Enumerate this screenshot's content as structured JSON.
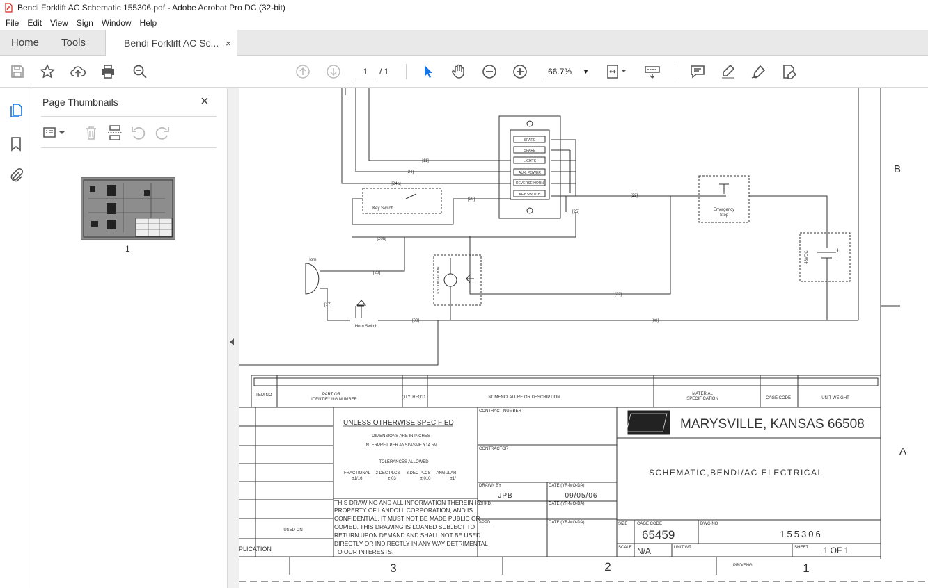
{
  "window": {
    "title": "Bendi Forklift AC Schematic 155306.pdf - Adobe Acrobat Pro DC (32-bit)"
  },
  "menu": [
    "File",
    "Edit",
    "View",
    "Sign",
    "Window",
    "Help"
  ],
  "tabs": {
    "home": "Home",
    "tools": "Tools",
    "doc": "Bendi Forklift AC Sc...",
    "doc_close": "×"
  },
  "toolbar": {
    "page_current": "1",
    "page_total": "/ 1",
    "zoom": "66.7%"
  },
  "thumbs": {
    "title": "Page Thumbnails",
    "close": "×",
    "page_label": "1"
  },
  "schematic": {
    "switch_labels": [
      "SPARE",
      "SPARE",
      "LIGHTS",
      "AUX. POWER",
      "REVERSE HORN",
      "KEY SWITCH"
    ],
    "wire_11": "[11]",
    "wire_24": "[24]",
    "wire_24a": "[24a]",
    "wire_20": "[20]",
    "wire_20a": "[20a]",
    "wire_25": "[25]",
    "wire_22a": "[22]",
    "wire_22b": "[22]",
    "wire_20b": "[20]",
    "wire_17": "[17]",
    "wire_00a": "[00]",
    "wire_00b": "[00]",
    "key_switch": "Key Switch",
    "emergency": "Emergency",
    "stop": "Stop",
    "horn": "Horn",
    "horn_switch": "Horn Switch",
    "contactor": "KB CONTACTOR",
    "battery": "48VDC",
    "zone_b": "B",
    "zone_a": "A"
  },
  "titleblock": {
    "item_no": "ITEM NO",
    "part_or": "PART OR",
    "identifying": "IDENTIFYING NUMBER",
    "qty": "QTY. REQ'D",
    "nomenclature": "NOMENCLATURE OR DESCRIPTION",
    "material": "MATERIAL",
    "specification": "SPECIFICATION",
    "cage_code_h": "CAGE CODE",
    "unit_weight": "UNIT WEIGHT",
    "unless": "UNLESS OTHERWISE SPECIFIED",
    "dims": "DIMENSIONS ARE IN INCHES",
    "interpret": "INTERPRET PER ANSI/ASME Y14.5M",
    "tolerances": "TOLERANCES ALLOWED",
    "fractional": "FRACTIONAL",
    "frac_val": "±1/16",
    "two_dec": "2 DEC PLCS",
    "two_val": "±.03",
    "three_dec": "3 DEC PLCS",
    "three_val": "±.010",
    "angular": "ANGULAR",
    "ang_val": "±1°",
    "property": [
      "THIS DRAWING AND ALL INFORMATION THEREIN IS",
      "PROPERTY OF LANDOLL CORPORATION, AND IS",
      "CONFIDENTIAL. IT MUST NOT BE MADE PUBLIC OR",
      "COPIED.  THIS DRAWING IS LOANED SUBJECT TO",
      "RETURN UPON DEMAND AND SHALL NOT BE USED",
      "DIRECTLY OR INDIRECTLY IN ANY WAY DETRIMENTAL",
      "TO OUR INTERESTS."
    ],
    "used_on": "USED ON",
    "application": "PLICATION",
    "contract_number": "CONTRACT NUMBER",
    "contractor": "CONTRACTOR",
    "drawn_by": "DRAWN BY",
    "drawn_name": "JPB",
    "date_label": "DATE (YR-MO-DA)",
    "date_val": "09/05/06",
    "chkd": "CHKD.",
    "date_label2": "DATE (YR-MO-DA)",
    "appd": "APPD.",
    "date_label3": "DATE (YR-MO-DA)",
    "city": "MARYSVILLE, KANSAS   66508",
    "drawing_title": "SCHEMATIC,BENDI/AC ELECTRICAL",
    "size": "SIZE",
    "cage_code": "CAGE CODE",
    "cage_val": "65459",
    "dwg_no": "DWG NO",
    "dwg_val": "155306",
    "scale": "SCALE",
    "scale_val": "N/A",
    "unit_wt": "UNIT WT.",
    "sheet": "SHEET",
    "sheet_val": "1 OF 1",
    "pro_eng": "PRO/ENG",
    "zone3": "3",
    "zone2": "2",
    "zone1": "1"
  },
  "colors": {
    "accent": "#1473e6",
    "tabbar": "#e9e9e9"
  }
}
